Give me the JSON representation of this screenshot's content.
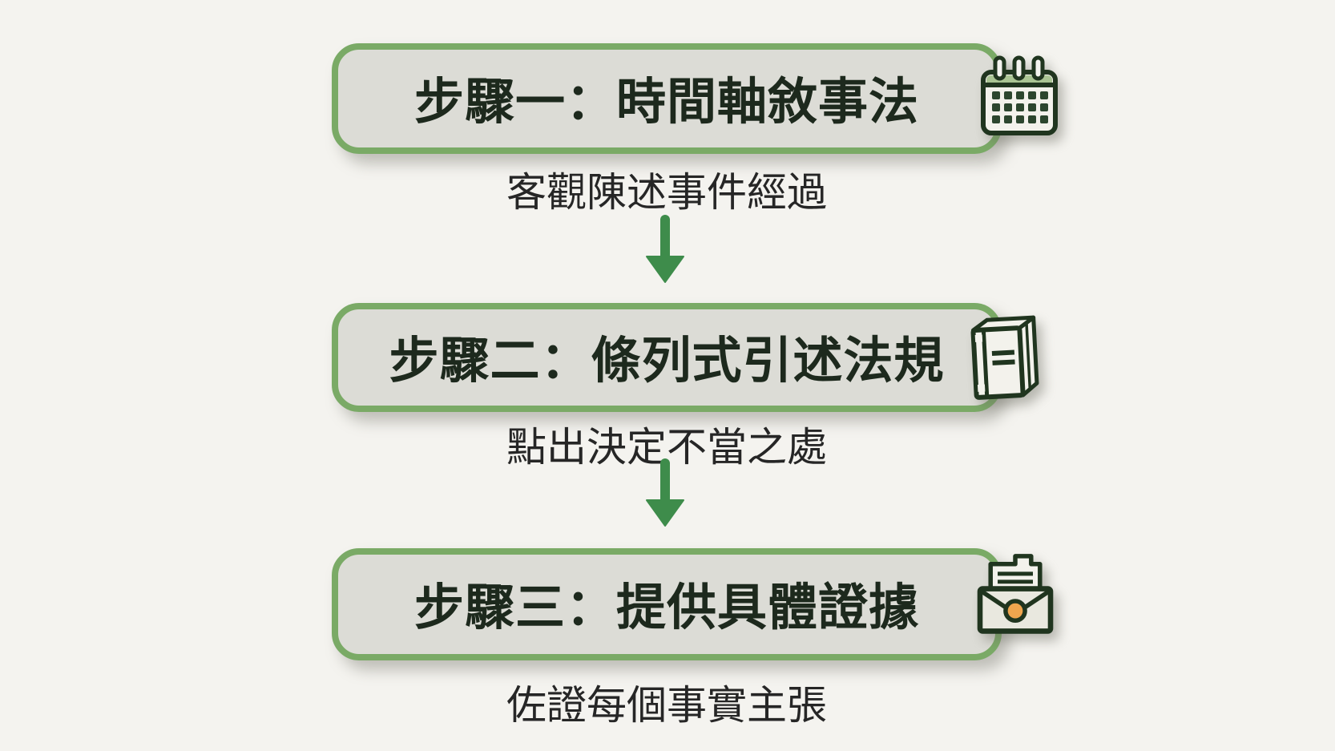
{
  "colors": {
    "background": "#f4f3ef",
    "box_fill": "#dcdcd6",
    "box_border": "#7aaa66",
    "title_text": "#1d291d",
    "subtitle_text": "#262626",
    "arrow": "#3e8c4b",
    "icon_outline": "#20351f",
    "icon_paper": "#f3f2ec",
    "calendar_header": "#a9c493",
    "calendar_grid": "#2c462e",
    "envelope_fill": "#e9e8df",
    "seal_orange": "#efa54e"
  },
  "diagram": {
    "type": "vertical-flowchart",
    "steps": [
      {
        "title": "步驟一：時間軸敘事法",
        "subtitle": "客觀陳述事件經過",
        "icon": "calendar-icon"
      },
      {
        "title": "步驟二：條列式引述法規",
        "subtitle": "點出決定不當之處",
        "icon": "book-icon"
      },
      {
        "title": "步驟三：提供具體證據",
        "subtitle": "佐證每個事實主張",
        "icon": "envelope-icon"
      }
    ],
    "connector": "down-arrow"
  }
}
